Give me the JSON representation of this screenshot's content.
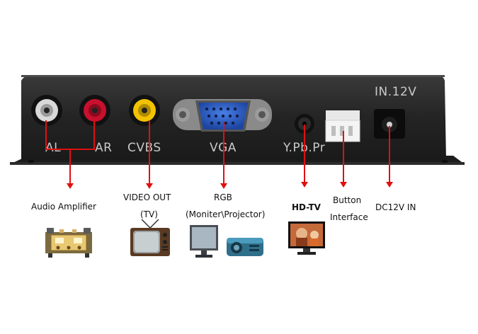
{
  "panel": {
    "power_label": "IN.12V",
    "ports": {
      "al": "AL",
      "ar": "AR",
      "cvbs": "CVBS",
      "vga": "VGA",
      "ypbpr": "Y.Pb.Pr"
    }
  },
  "callouts": {
    "audio": "Audio Amplifier",
    "video_line1": "VIDEO OUT",
    "video_line2": "(TV)",
    "rgb_line1": "RGB",
    "rgb_line2": "(Moniter\\Projector)",
    "hdtv": "HD-TV",
    "button_line1": "Button",
    "button_line2": "Interface",
    "dc": "DC12V IN"
  },
  "colors": {
    "arrow": "#e01010",
    "panel_dark": "#2a2a2a",
    "rca_red": "#c8102e",
    "rca_yellow": "#f2c200",
    "vga_blue": "#2b5fc9"
  },
  "icons": [
    "amplifier-icon",
    "crt-tv-icon",
    "lcd-monitor-icon",
    "projector-icon",
    "hdtv-icon"
  ]
}
